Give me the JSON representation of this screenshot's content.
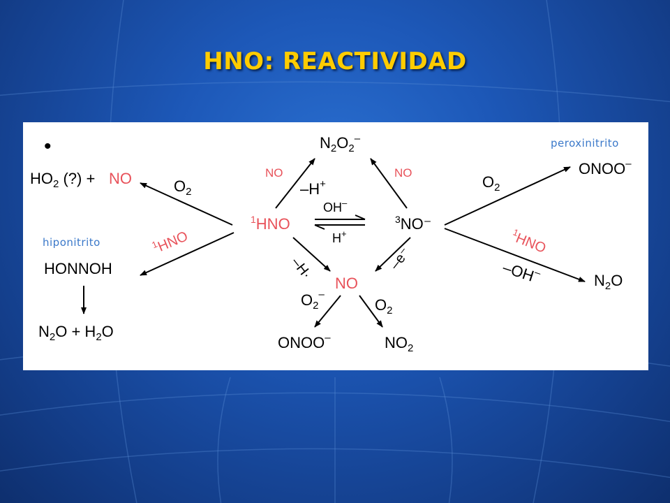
{
  "slide": {
    "title": "HNO: REACTIVIDAD",
    "accent_color": "#ffcc00",
    "background_color": "#1d58b8"
  },
  "diagram": {
    "notes": {
      "peroxinitrito": "peroxinitrito",
      "hiponitrito": "hiponitrito"
    },
    "species": {
      "center_hno_sup": "1",
      "center_hno": "HNO",
      "no_anion_sup": "3",
      "no_anion": "NO⁻",
      "n2o2_main": "N",
      "n2o2_sub1": "2",
      "n2o2_o": "O",
      "n2o2_sub2": "2",
      "n2o2_charge": "–",
      "ho2_dot": "•",
      "ho2_h": "HO",
      "ho2_sub": "2",
      "ho2_rest": " (?) +",
      "ho2_no": "NO",
      "onoo_top": "ONOO",
      "onoo_top_charge": "–",
      "honnoh": "HONNOH",
      "n2o_h2o_a": "N",
      "n2o_h2o_sub1": "2",
      "n2o_h2o_b": "O + H",
      "n2o_h2o_sub2": "2",
      "n2o_h2o_c": "O",
      "n2o_right": "N",
      "n2o_right_sub": "2",
      "n2o_right_o": "O",
      "no_center": "NO",
      "onoo_bottom": "ONOO",
      "onoo_bottom_charge": "–",
      "no2_bottom": "NO",
      "no2_bottom_sub": "2"
    },
    "reagents": {
      "o2_left": "O",
      "o2_left_sub": "2",
      "o2_right": "O",
      "o2_right_sub": "2",
      "hno_left_sup": "1",
      "hno_left": "HNO",
      "hno_right_sup": "1",
      "hno_right": "HNO",
      "no_top_left": "NO",
      "no_top_right": "NO",
      "minus_h_plus": "–H",
      "plus_sup": "+",
      "oh_minus": "OH",
      "oh_minus_charge": "–",
      "h_plus": "H",
      "h_plus_sup": "+",
      "minus_h_dot": "–H·",
      "minus_e": "–e⁻",
      "minus_oh": "–OH",
      "minus_oh_charge": "–",
      "o2_anion": "O",
      "o2_anion_sub": "2",
      "o2_anion_charge": "–",
      "o2_bottom": "O",
      "o2_bottom_sub": "2"
    }
  }
}
